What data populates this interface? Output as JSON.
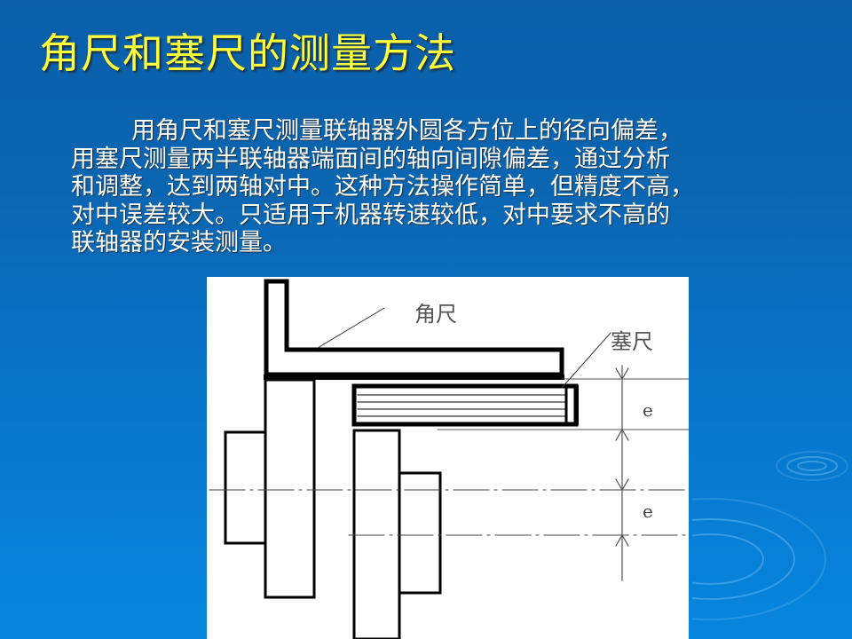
{
  "slide": {
    "title": "角尺和塞尺的测量方法",
    "title_color": "#ffff3a",
    "body_lines": [
      "用角尺和塞尺测量联轴器外圆各方位上的径向偏差，",
      "用塞尺测量两半联轴器端面间的轴向间隙偏差，通过分析",
      "和调整，达到两轴对中。这种方法操作简单，但精度不高，",
      "对中误差较大。只适用于机器转速较低，对中要求不高的",
      "联轴器的安装测量。"
    ]
  },
  "figure": {
    "labels": {
      "square": "角尺",
      "feeler_gauge": "塞尺",
      "offset_top": "e",
      "offset_bottom": "e"
    }
  }
}
